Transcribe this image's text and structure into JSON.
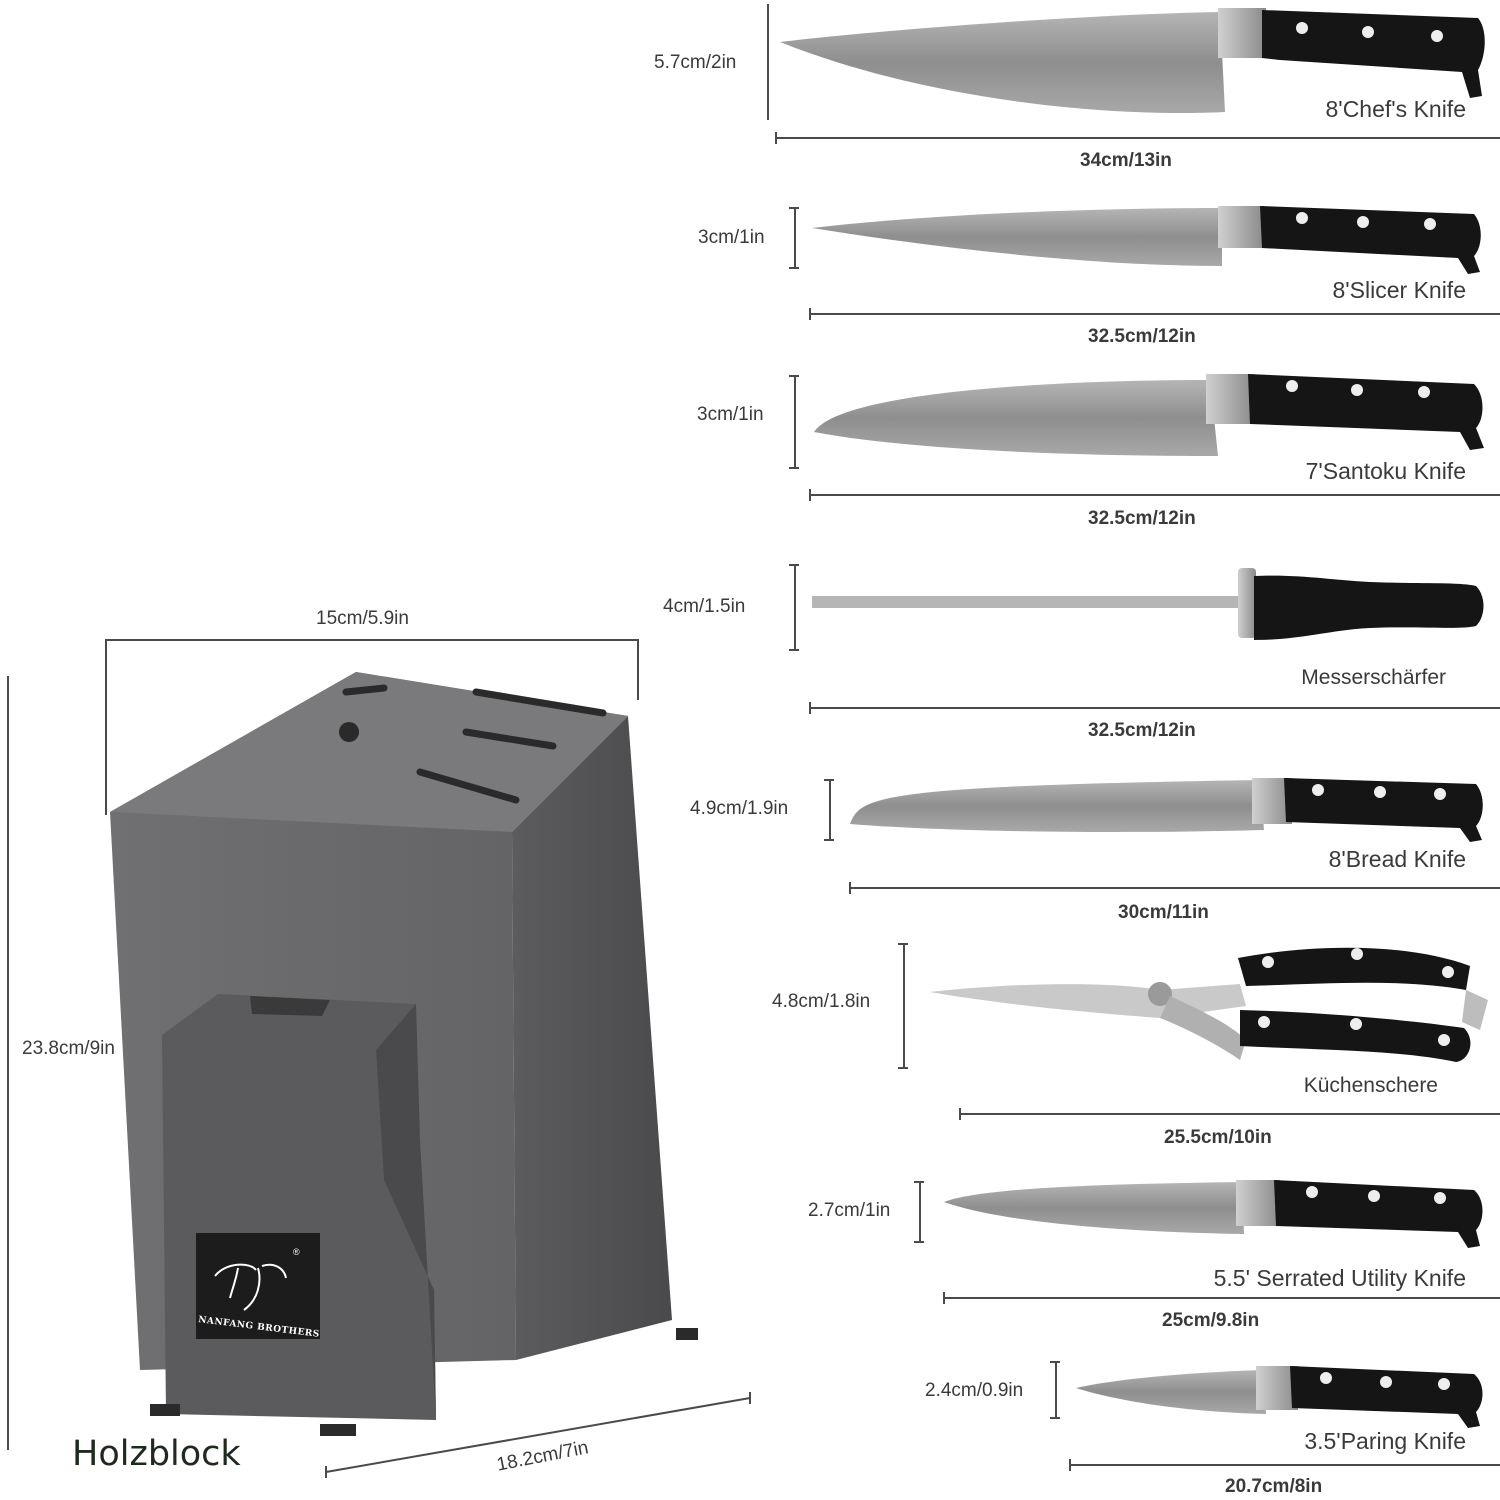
{
  "knives": [
    {
      "name": "8'Chef's Knife",
      "height": "5.7cm/2in",
      "length": "34cm/13in"
    },
    {
      "name": "8'Slicer Knife",
      "height": "3cm/1in",
      "length": "32.5cm/12in"
    },
    {
      "name": "7'Santoku Knife",
      "height": "3cm/1in",
      "length": "32.5cm/12in"
    },
    {
      "name": "Messerschärfer",
      "height": "4cm/1.5in",
      "length": "32.5cm/12in"
    },
    {
      "name": "8'Bread Knife",
      "height": "4.9cm/1.9in",
      "length": "30cm/11in"
    },
    {
      "name": "Küchenschere",
      "height": "4.8cm/1.8in",
      "length": "25.5cm/10in"
    },
    {
      "name": "5.5' Serrated Utility Knife",
      "height": "2.7cm/1in",
      "length": "25cm/9.8in"
    },
    {
      "name": "3.5'Paring Knife",
      "height": "2.4cm/0.9in",
      "length": "20.7cm/8in"
    }
  ],
  "block": {
    "label": "Holzblock",
    "width": "15cm/5.9in",
    "height": "23.8cm/9in",
    "depth": "18.2cm/7in",
    "brand": "NANFANG BROTHERS",
    "color": "#6b6b6d"
  },
  "colors": {
    "blade": "#9a9a9a",
    "handle": "#1a1a1a",
    "line": "#4a4a4a"
  }
}
